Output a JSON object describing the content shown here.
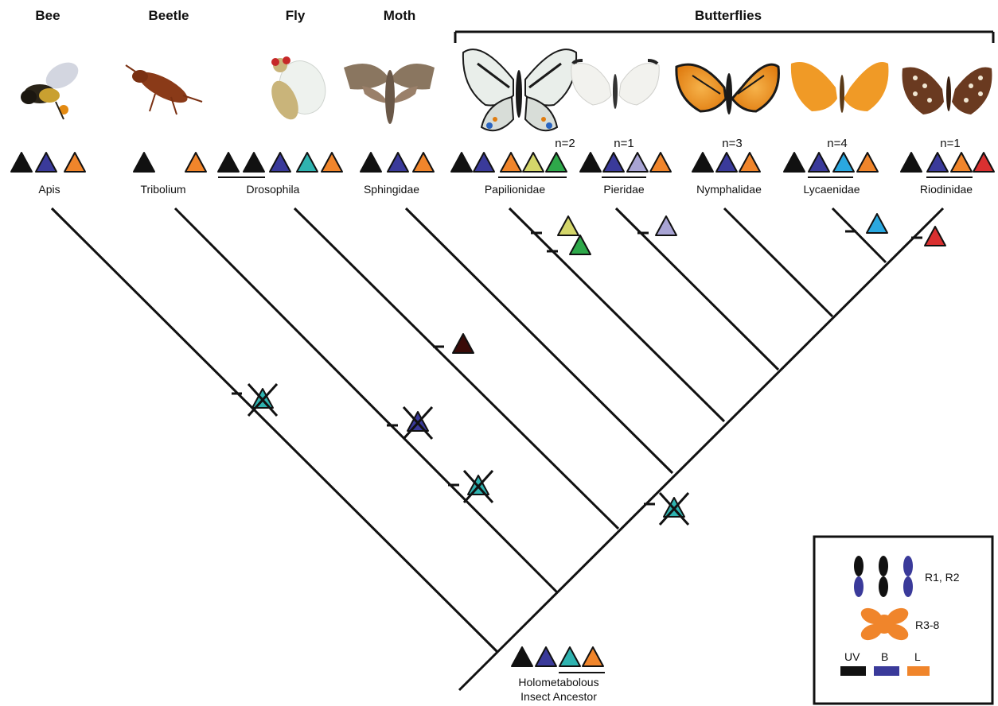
{
  "headers": {
    "bee": "Bee",
    "beetle": "Beetle",
    "fly": "Fly",
    "moth": "Moth",
    "butterflies": "Butterflies"
  },
  "taxa": {
    "apis": "Apis",
    "tribolium": "Tribolium",
    "drosophila": "Drosophila",
    "sphingidae": "Sphingidae",
    "papilionidae": "Papilionidae",
    "pieridae": "Pieridae",
    "nymphalidae": "Nymphalidae",
    "lycaenidae": "Lycaenidae",
    "riodinidae": "Riodinidae"
  },
  "counts": {
    "papilionidae": "n=2",
    "pieridae": "n=1",
    "nymphalidae": "n=3",
    "lycaenidae": "n=4",
    "riodinidae": "n=1"
  },
  "ancestor": {
    "line1": "Holometabolous",
    "line2": "Insect Ancestor"
  },
  "legend": {
    "r12": "R1, R2",
    "r38": "R3-8",
    "uv": "UV",
    "b": "B",
    "l": "L"
  },
  "colors": {
    "uv": "#111111",
    "blue": "#3a3a9a",
    "teal": "#2fb3b0",
    "orange": "#f0852b",
    "lavender": "#a8a4d4",
    "yellowgreen": "#d4d66a",
    "green": "#2ea84a",
    "cyan": "#2aa8e0",
    "red": "#d93030",
    "darkbrown": "#3a0b08"
  }
}
